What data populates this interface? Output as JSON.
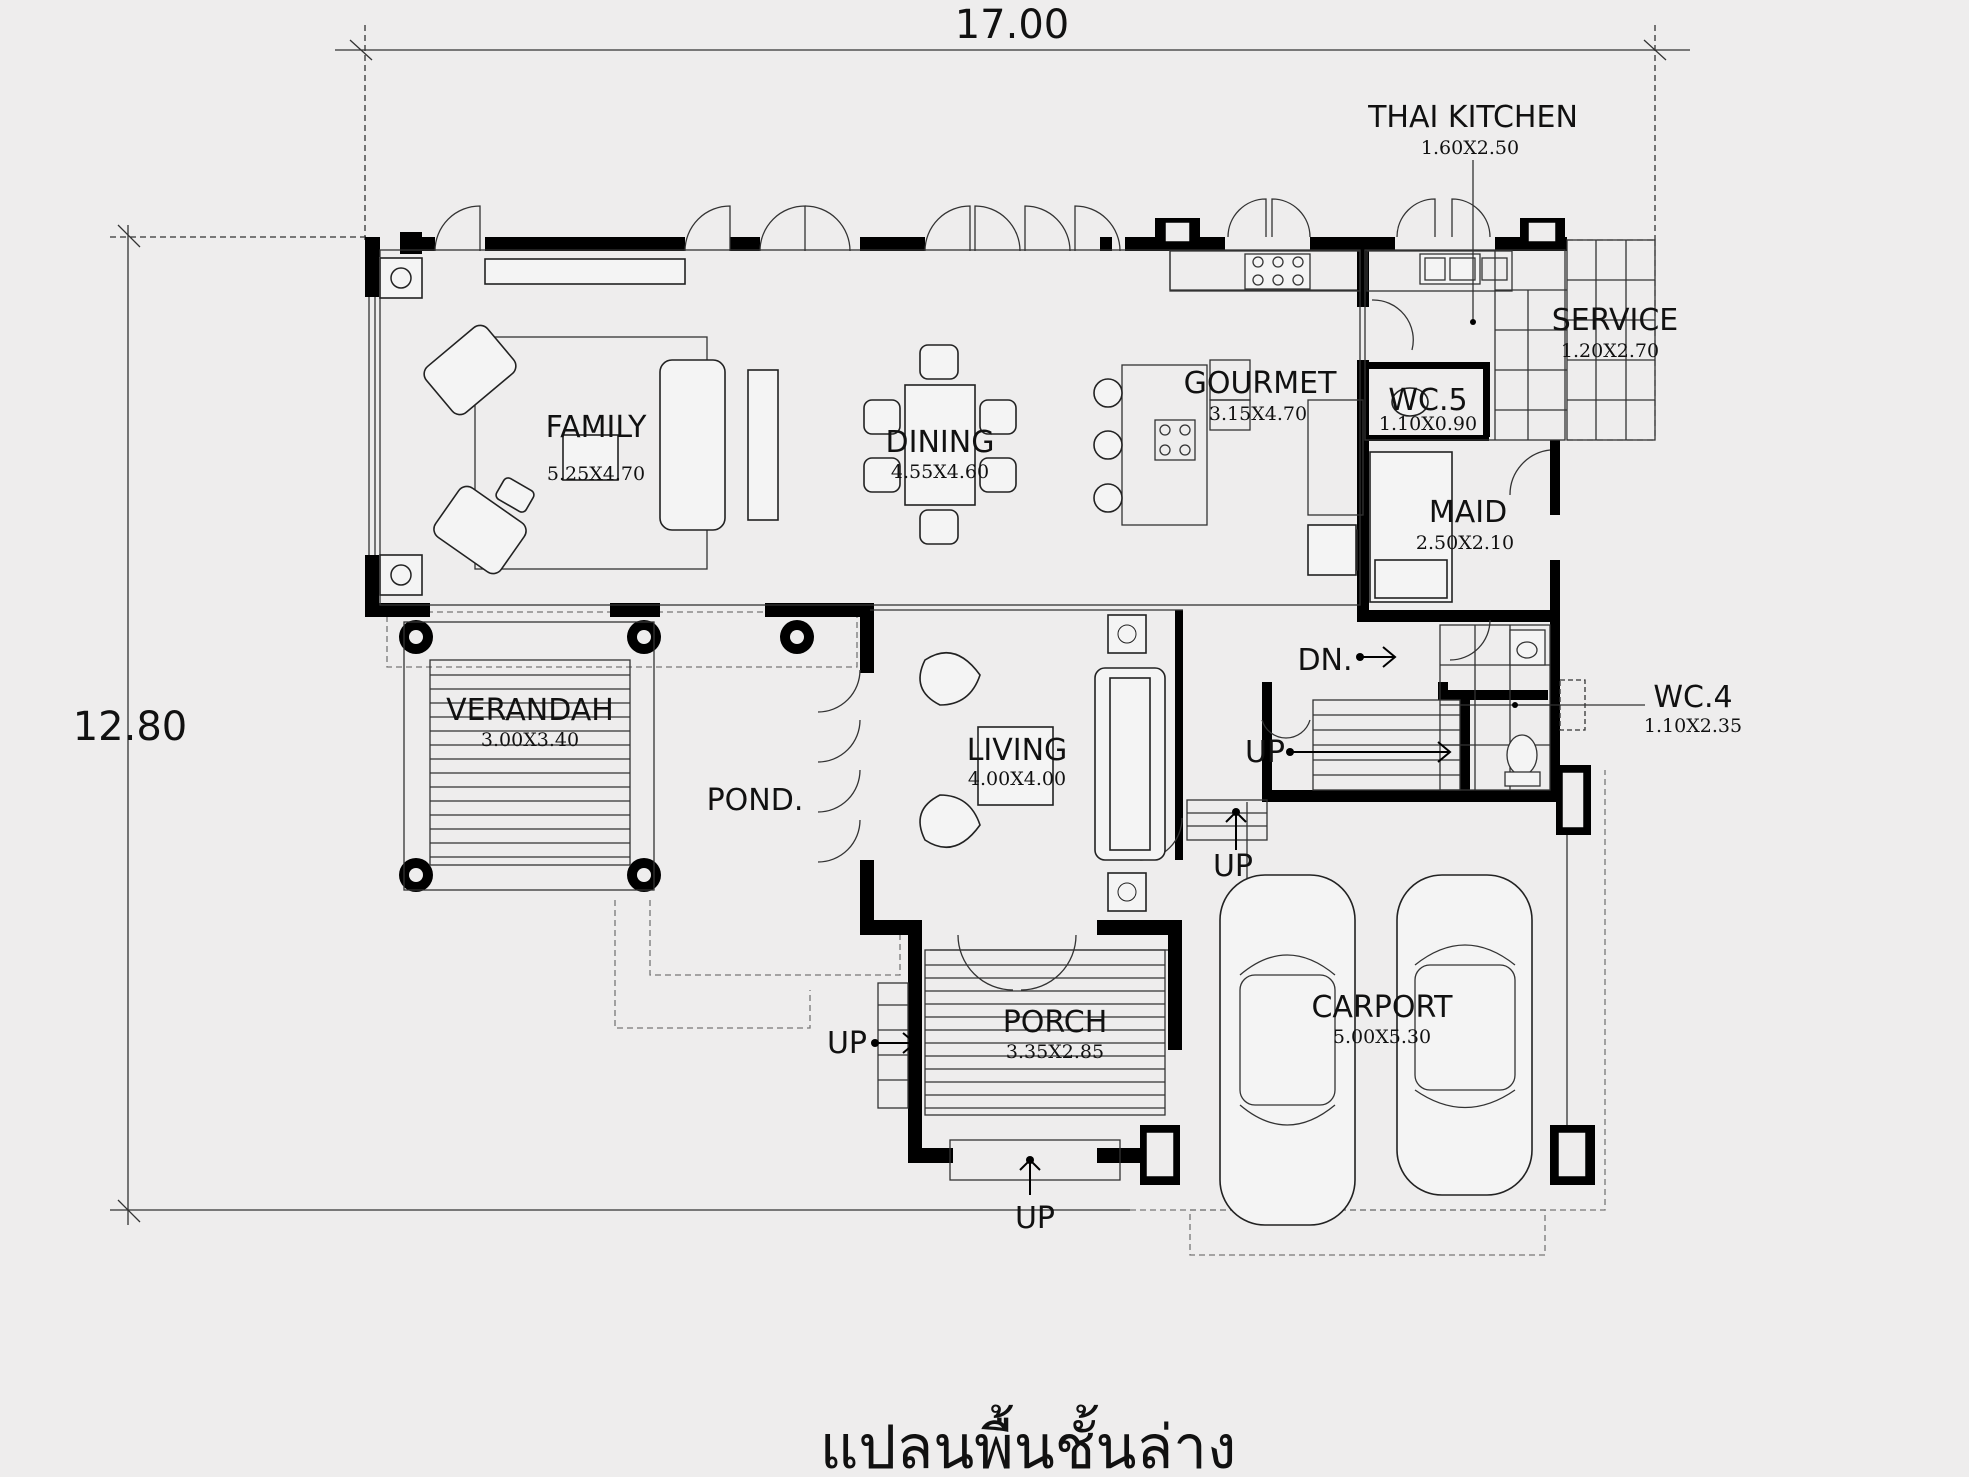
{
  "dimensions": {
    "width": "17.00",
    "depth": "12.80"
  },
  "rooms": {
    "family": {
      "name": "FAMILY",
      "size": "5.25X4.70"
    },
    "dining": {
      "name": "DINING",
      "size": "4.55X4.60"
    },
    "gourmet": {
      "name": "GOURMET",
      "size": "3.15X4.70"
    },
    "thai_kitchen": {
      "name": "THAI KITCHEN",
      "size": "1.60X2.50"
    },
    "service": {
      "name": "SERVICE",
      "size": "1.20X2.70"
    },
    "wc5": {
      "name": "WC.5",
      "size": "1.10X0.90"
    },
    "maid": {
      "name": "MAID",
      "size": "2.50X2.10"
    },
    "wc4": {
      "name": "WC.4",
      "size": "1.10X2.35"
    },
    "verandah": {
      "name": "VERANDAH",
      "size": "3.00X3.40"
    },
    "pond": {
      "name": "POND."
    },
    "living": {
      "name": "LIVING",
      "size": "4.00X4.00"
    },
    "porch": {
      "name": "PORCH",
      "size": "3.35X2.85"
    },
    "carport": {
      "name": "CARPORT",
      "size": "5.00X5.30"
    }
  },
  "stairs": {
    "up": "UP",
    "down": "DN."
  },
  "title": "แปลนพื้นชั้นล่าง"
}
